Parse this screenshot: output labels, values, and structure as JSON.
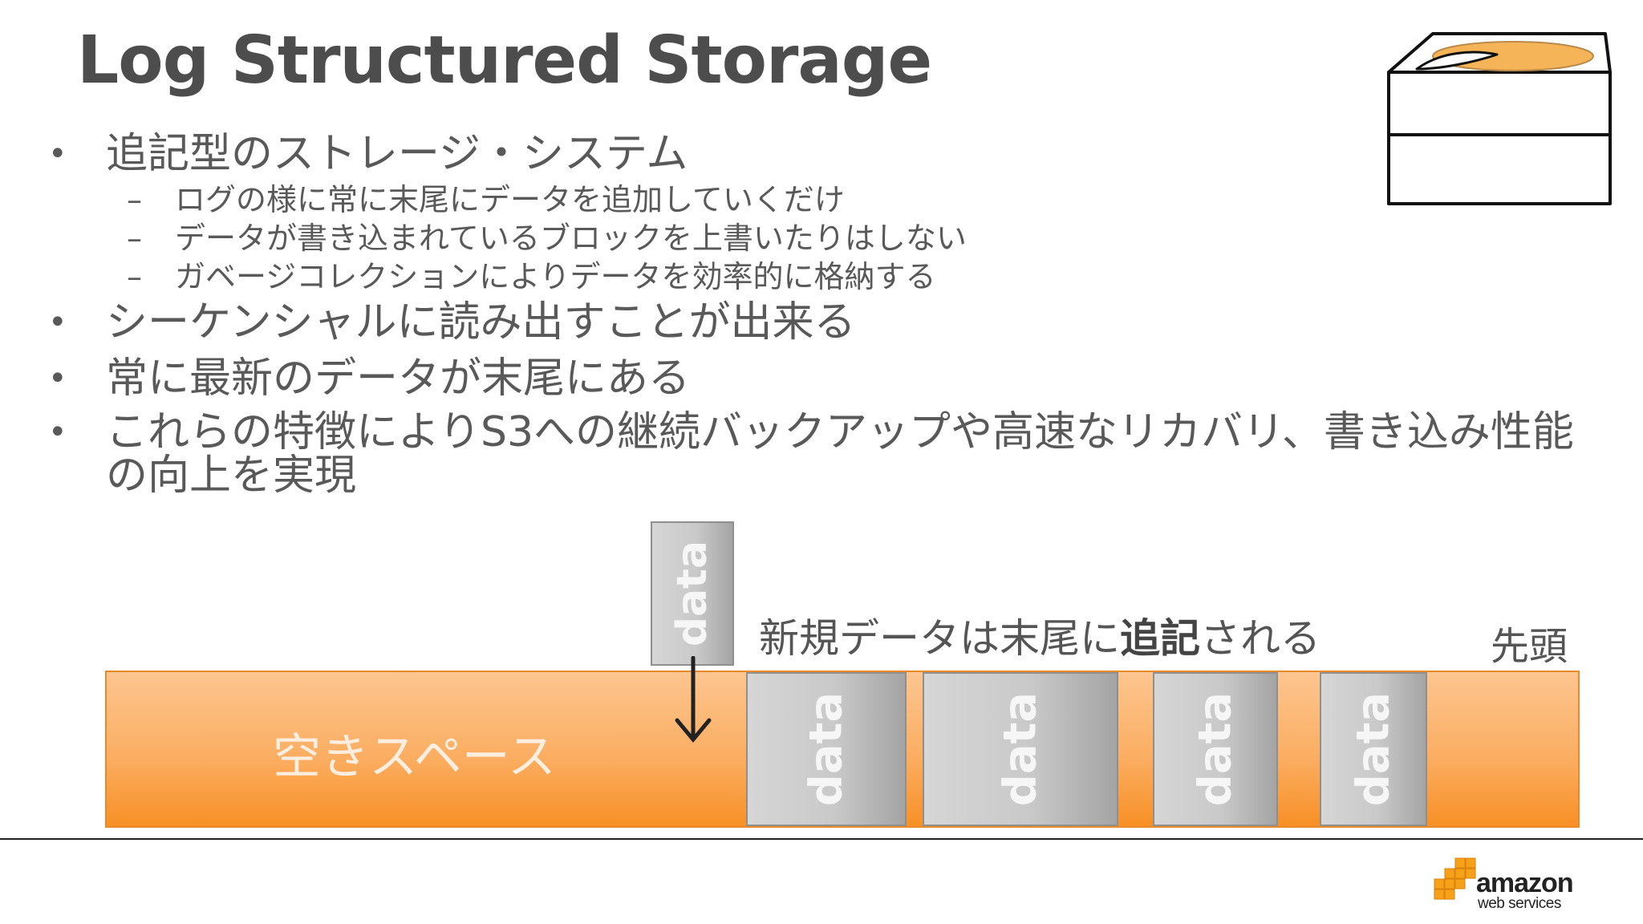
{
  "slide": {
    "title": "Log Structured Storage",
    "bullets": [
      {
        "mark": "•",
        "text": "追記型のストレージ・システム"
      },
      {
        "mark": "•",
        "text": "シーケンシャルに読み出すことが出来る"
      },
      {
        "mark": "•",
        "text": "常に最新のデータが末尾にある"
      },
      {
        "mark": "•",
        "text": "これらの特徴によりS3への継続バックアップや高速なリカバリ、書き込み性能の向上を実現"
      }
    ],
    "sub_bullets": [
      {
        "mark": "–",
        "text": "ログの様に常に末尾にデータを追加していくだけ"
      },
      {
        "mark": "–",
        "text": "データが書き込まれているブロックを上書いたりはしない"
      },
      {
        "mark": "–",
        "text": "ガベージコレクションによりデータを効率的に格納する"
      }
    ]
  },
  "diagram": {
    "free_space_label": "空きスペース",
    "incoming_block_label": "data",
    "append_note_pre": "新規データは末尾に",
    "append_note_bold": "追記",
    "append_note_post": "される",
    "head_label": "先頭",
    "blocks": [
      "data",
      "data",
      "data",
      "data"
    ],
    "colors": {
      "free_space": "#f9a24a",
      "block": "#c4c4c4",
      "border": "#e88a2a"
    }
  },
  "logo": {
    "line1": "amazon",
    "line2": "web services",
    "color": "#f7a01a"
  },
  "icons": [
    "hard-disk-stack-icon",
    "down-arrow-icon",
    "aws-cubes-icon"
  ]
}
